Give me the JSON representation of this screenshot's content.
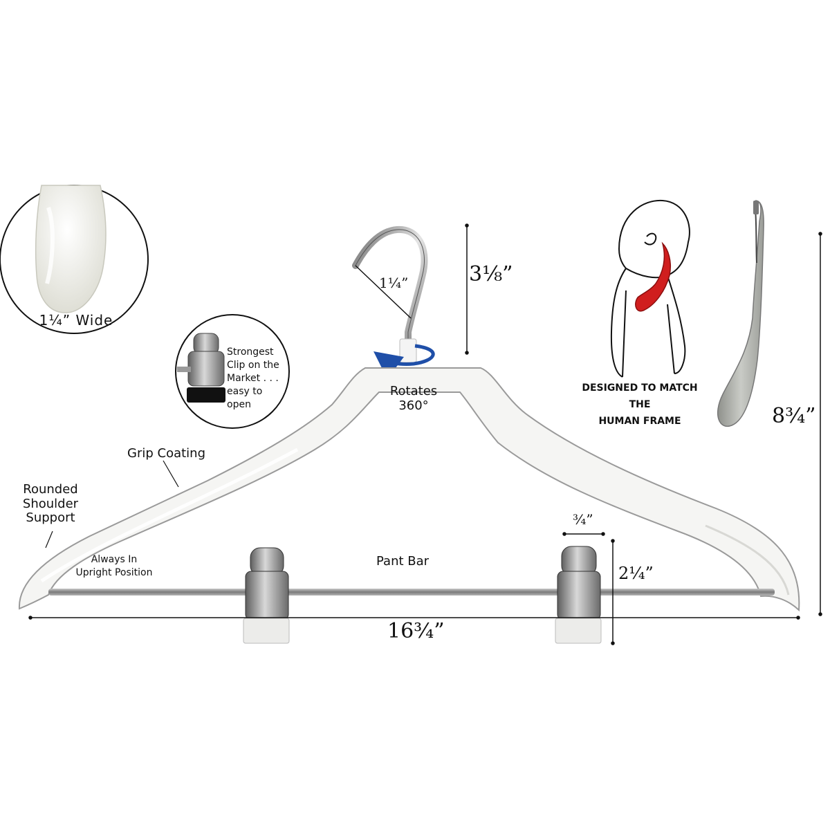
{
  "labels": {
    "coating_width": "1¼” Wide",
    "clip_line1": "Strongest",
    "clip_line2": "Clip on the",
    "clip_line3": "Market . . .",
    "clip_line4": "easy to",
    "clip_line5": "open",
    "hook_diameter": "1¼”",
    "hook_height": "3⅛”",
    "rotates_line1": "Rotates",
    "rotates_line2": "360°",
    "frame_line1": "DESIGNED TO MATCH",
    "frame_line2": "THE",
    "frame_line3": "HUMAN FRAME",
    "total_height": "8¾”",
    "grip_coating": "Grip Coating",
    "shoulder_line1": "Rounded",
    "shoulder_line2": "Shoulder",
    "shoulder_line3": "Support",
    "upright_line1": "Always In",
    "upright_line2": "Upright Position",
    "pant_bar": "Pant Bar",
    "clip_width": "¾”",
    "clip_height": "2¼”",
    "total_width": "16¾”"
  },
  "colors": {
    "hanger": "#f2f2f0",
    "outline": "#9a9a9a",
    "metal": "#8c8c8c",
    "accent_blue": "#1f4fa8",
    "accent_red": "#d01e1e"
  }
}
